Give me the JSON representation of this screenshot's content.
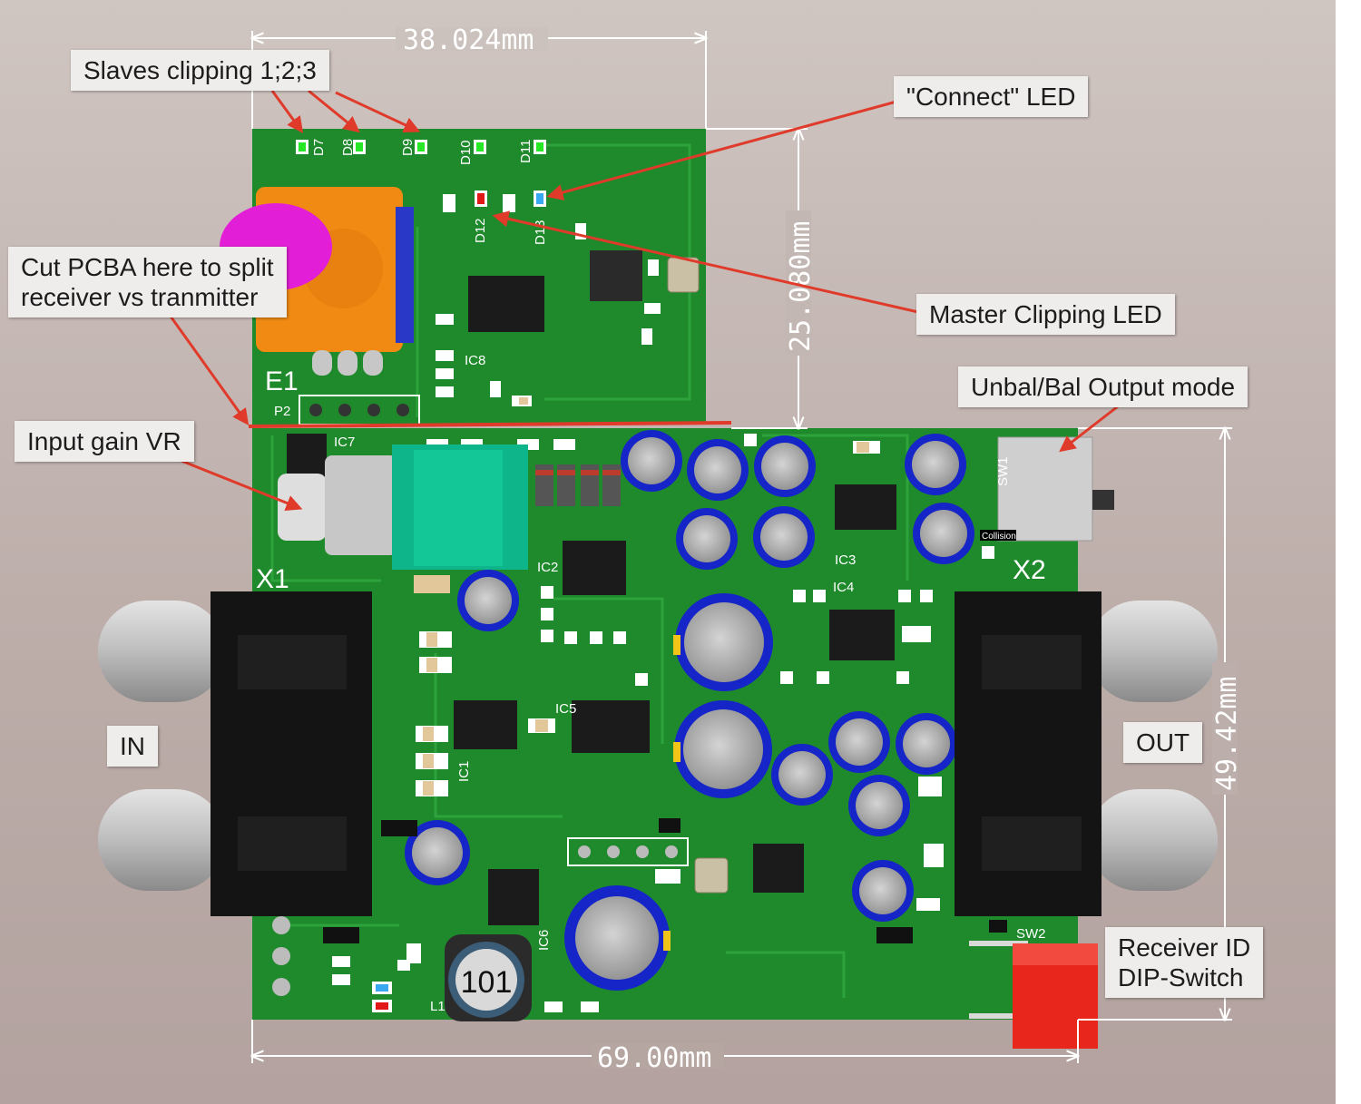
{
  "annotations": {
    "slaves_clipping": "Slaves clipping 1;2;3",
    "connect_led": "\"Connect\" LED",
    "cut_pcba": "Cut PCBA here to split\nreceiver vs tranmitter",
    "master_clipping": "Master Clipping LED",
    "unbal_bal": "Unbal/Bal Output mode",
    "input_gain": "Input gain VR",
    "in_label": "IN",
    "out_label": "OUT",
    "receiver_id": "Receiver ID\nDIP-Switch"
  },
  "dimensions": {
    "top_width": "38.024mm",
    "top_height": "25.080mm",
    "main_width": "69.00mm",
    "main_height": "49.42mm"
  },
  "silkscreen": {
    "E1": "E1",
    "X1": "X1",
    "X2": "X2",
    "P2": "P2",
    "SW1": "SW1",
    "SW2": "SW2",
    "L1": "L1",
    "IC1": "IC1",
    "IC2": "IC2",
    "IC3": "IC3",
    "IC4": "IC4",
    "IC5": "IC5",
    "IC6": "IC6",
    "IC7": "IC7",
    "IC8": "IC8",
    "D7": "D7",
    "D8": "D8",
    "D9": "D9",
    "D10": "D10",
    "D11": "D11",
    "D12": "D12",
    "D13": "D13",
    "inductor_marking": "101",
    "collision": "Collision"
  },
  "colors": {
    "pcb": "#1f8a2c",
    "annotation_arrow": "#e03a2a",
    "knob_orange": "#f08a12",
    "knob_magenta": "#e21fd6",
    "dip_switch": "#e8261c",
    "capacitor_blue": "#1525c8",
    "trimmer_green": "#0fb58a"
  }
}
